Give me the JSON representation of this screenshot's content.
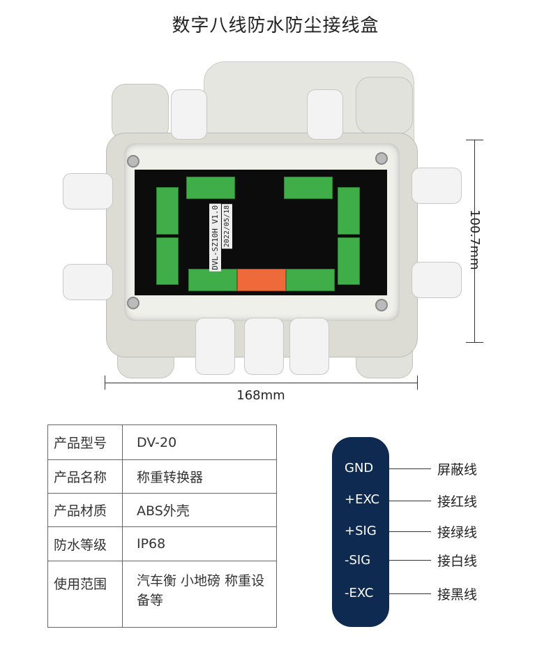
{
  "title": "数字八线防水防尘接线盒",
  "product_image": {
    "board_model": "DVL-SZ10H V1.0",
    "board_date": "2022/05/18"
  },
  "dimensions": {
    "width": "168mm",
    "height": "100.7mm"
  },
  "spec_table": [
    {
      "key": "产品型号",
      "value": "DV-20"
    },
    {
      "key": "产品名称",
      "value": "称重转换器"
    },
    {
      "key": "产品材质",
      "value": "ABS外壳"
    },
    {
      "key": "防水等级",
      "value": "IP68"
    },
    {
      "key": "使用范围",
      "value": "汽车衡 小地磅 称重设备等"
    }
  ],
  "wiring": [
    {
      "pin": "GND",
      "wire": "屏蔽线"
    },
    {
      "pin": "+EXC",
      "wire": "接红线"
    },
    {
      "pin": "+SIG",
      "wire": "接绿线"
    },
    {
      "pin": "-SIG",
      "wire": "接白线"
    },
    {
      "pin": "-EXC",
      "wire": "接黑线"
    }
  ],
  "colors": {
    "navy": "#0e2a50",
    "terminal_green": "#3fae49",
    "terminal_red": "#ef6a3a"
  }
}
